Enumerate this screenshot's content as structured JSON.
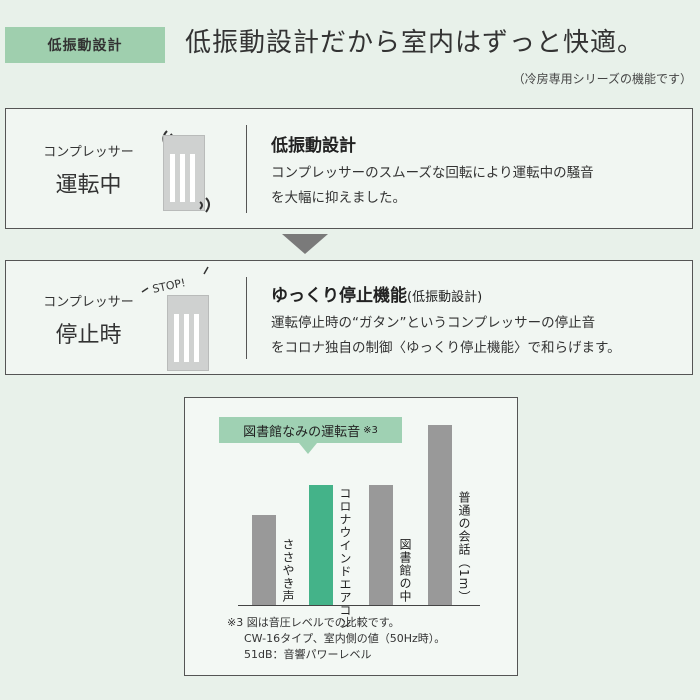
{
  "header": {
    "badge": "低振動設計",
    "headline": "低振動設計だから室内はずっと快適。",
    "note": "（冷房専用シリーズの機能です）"
  },
  "panel_running": {
    "state_small": "コンプレッサー",
    "state_big": "運転中",
    "title": "低振動設計",
    "desc_line1": "コンプレッサーのスムーズな回転により運転中の騒音",
    "desc_line2": "を大幅に抑えました。"
  },
  "panel_stop": {
    "state_small": "コンプレッサー",
    "state_big": "停止時",
    "stop_text": "STOP!",
    "title": "ゆっくり停止機能",
    "title_sub": "(低振動設計)",
    "desc_line1": "運転停止時の“ガタン”というコンプレッサーの停止音",
    "desc_line2": "をコロナ独自の制御〈ゆっくり停止機能〉で和らげます。"
  },
  "chart": {
    "callout": "図書館なみの運転音",
    "callout_ref": "※3",
    "footnote_line1": "※3  図は音圧レベルでの比較です。",
    "footnote_line2": "CW-16タイプ、室内側の値（50Hz時）。",
    "footnote_line3": "51dB：音響パワーレベル"
  },
  "chart_data": {
    "type": "bar",
    "categories": [
      "ささやき声",
      "コロナウインドエアコン",
      "図書館の中",
      "普通の会話（1m）"
    ],
    "values": [
      30,
      40,
      40,
      60
    ],
    "highlight_index": 1,
    "colors": {
      "normal": "#999999",
      "highlight": "#44b389"
    },
    "ylim": [
      0,
      70
    ]
  }
}
